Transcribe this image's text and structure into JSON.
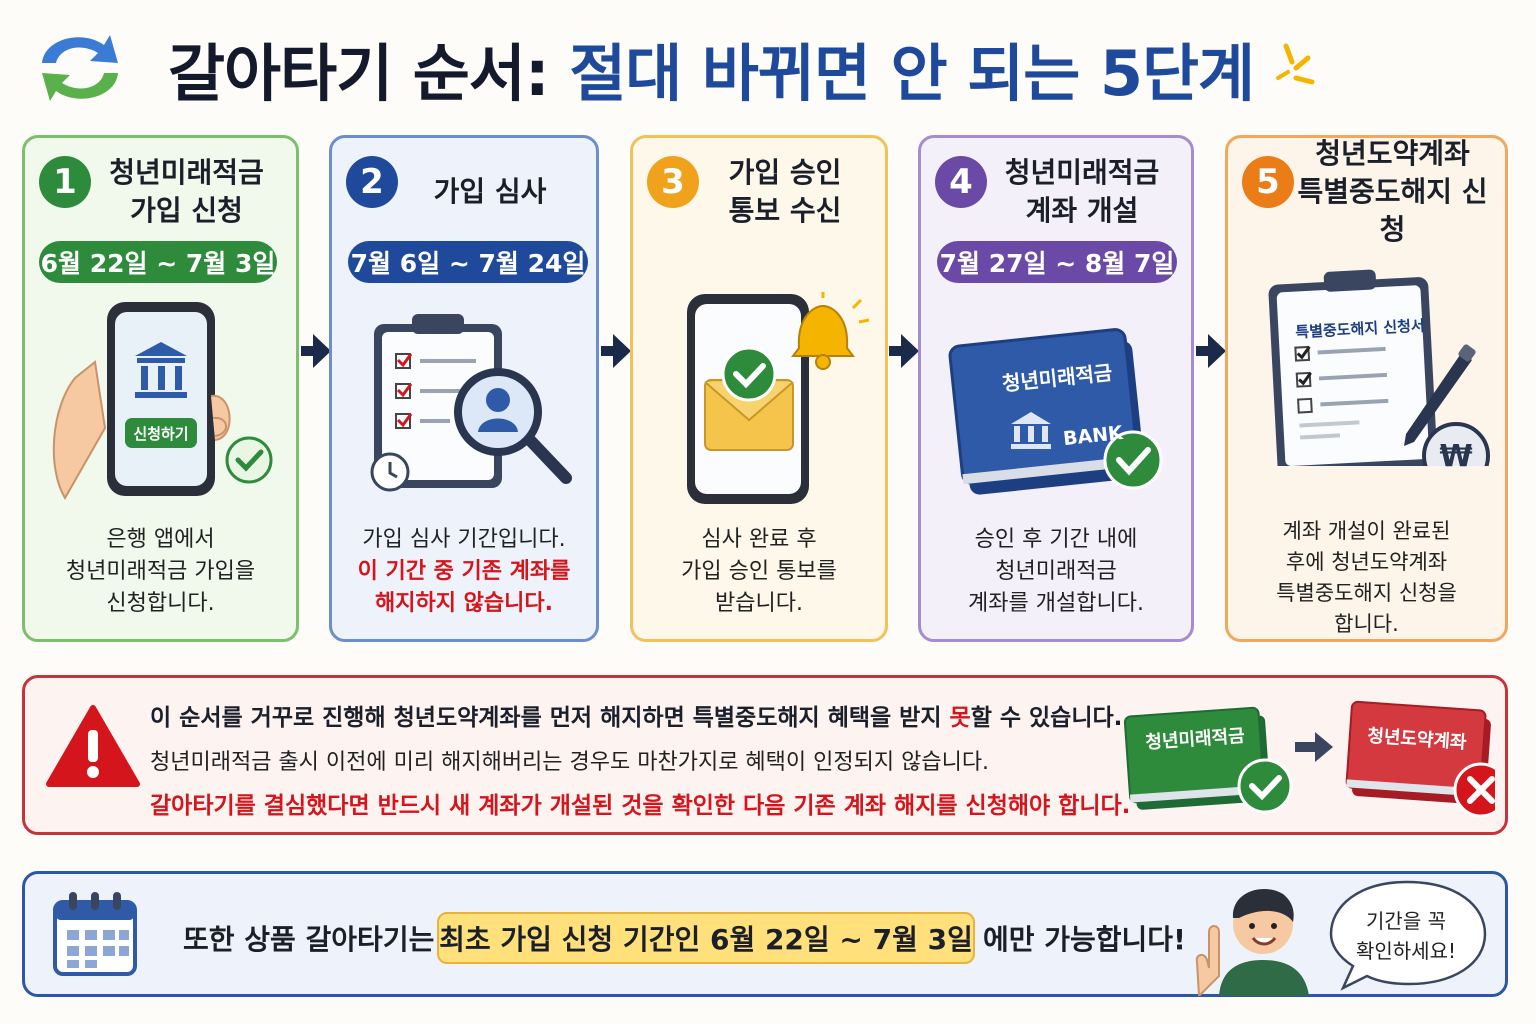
{
  "colors": {
    "green": "#2e8b3c",
    "blue": "#1f4a9c",
    "orange_yellow": "#f0a21c",
    "purple": "#6a4aa6",
    "orange": "#ea7d18",
    "red": "#d4161c"
  },
  "header": {
    "title_part1": "갈아타기 순서:",
    "title_part2": "절대 바뀌면 안 되는 5단계"
  },
  "steps": [
    {
      "number": "1",
      "title_line1": "청년미래적금",
      "title_line2": "가입 신청",
      "period": "6월 22일 ~ 7월 3일",
      "app_button": "신청하기",
      "desc_line1": "은행 앱에서",
      "desc_line2": "청년미래적금 가입을",
      "desc_line3": "신청합니다."
    },
    {
      "number": "2",
      "title": "가입 심사",
      "period": "7월 6일 ~ 7월 24일",
      "desc_line1": "가입 심사 기간입니다.",
      "warn_line1": "이 기간 중 기존 계좌를",
      "warn_line2": "해지하지 않습니다."
    },
    {
      "number": "3",
      "title_line1": "가입 승인",
      "title_line2": "통보 수신",
      "desc_line1": "심사 완료 후",
      "desc_line2": "가입 승인 통보를",
      "desc_line3": "받습니다."
    },
    {
      "number": "4",
      "title_line1": "청년미래적금",
      "title_line2": "계좌 개설",
      "period": "7월 27일 ~ 8월 7일",
      "card_title": "청년미래적금",
      "card_bank": "BANK",
      "desc_line1": "승인 후 기간 내에",
      "desc_line2": "청년미래적금",
      "desc_line3": "계좌를 개설합니다."
    },
    {
      "number": "5",
      "title_line1": "청년도약계좌",
      "title_line2": "특별중도해지 신청",
      "form_title": "특별중도해지 신청서",
      "currency_symbol": "₩",
      "desc_line1": "계좌 개설이 완료된",
      "desc_line2": "후에 청년도약계좌",
      "desc_line3": "특별중도해지 신청을",
      "desc_line4": "합니다."
    }
  ],
  "warning": {
    "line1_before": "이 순서를 거꾸로 진행해 청년도약계좌를 먼저 해지하면 특별중도해지 혜택을 받지 ",
    "line1_highlight": "못",
    "line1_after": "할 수 있습니다.",
    "line2": "청년미래적금 출시 이전에 미리 해지해버리는 경우도 마찬가지로 혜택이 인정되지 않습니다.",
    "line3": "갈아타기를 결심했다면 반드시 새 계좌가 개설된 것을 확인한 다음 기존 계좌 해지를 신청해야 합니다.",
    "book_green": "청년미래적금",
    "book_red": "청년도약계좌"
  },
  "note": {
    "text_before": "또한 상품 갈아타기는",
    "highlight": "최초 가입 신청 기간인 6월 22일 ~ 7월 3일",
    "text_after": "에만 가능합니다!",
    "bubble_line1": "기간을 꼭",
    "bubble_line2": "확인하세요!"
  },
  "icons": [
    "swap-arrows-icon",
    "sparkle-icon",
    "bank-icon",
    "check-icon",
    "clipboard-icon",
    "magnifier-icon",
    "clock-icon",
    "bell-icon",
    "envelope-icon",
    "pen-icon",
    "won-icon",
    "warning-icon",
    "close-icon",
    "calendar-icon",
    "arrow-right-icon"
  ]
}
